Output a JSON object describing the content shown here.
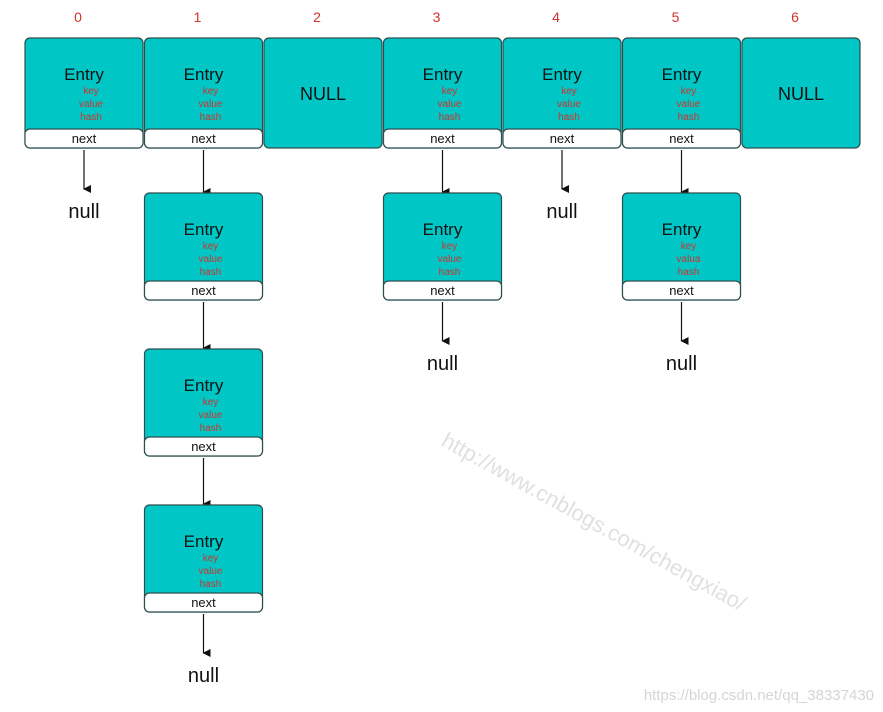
{
  "watermark": {
    "diagonal": "http://www.cnblogs.com/chengxiao/",
    "corner": "https://blog.csdn.net/qq_38337430"
  },
  "labels": {
    "entry": "Entry",
    "next": "next",
    "null_slot": "NULL",
    "null_end": "null"
  },
  "buckets": [
    {
      "index": "0",
      "type": "entry",
      "fields": [
        "key",
        "value",
        "hash"
      ],
      "chain": []
    },
    {
      "index": "1",
      "type": "entry",
      "fields": [
        "key",
        "value",
        "hash"
      ],
      "chain": [
        {
          "fields": [
            "key",
            "value",
            "hash"
          ]
        },
        {
          "fields": [
            "key",
            "value",
            "hash"
          ]
        },
        {
          "fields": [
            "key",
            "value",
            "hash"
          ]
        }
      ]
    },
    {
      "index": "2",
      "type": "null",
      "fields": [],
      "chain": []
    },
    {
      "index": "3",
      "type": "entry",
      "fields": [
        "key",
        "value",
        "hash"
      ],
      "chain": [
        {
          "fields": [
            "key",
            "value",
            "hash"
          ]
        }
      ]
    },
    {
      "index": "4",
      "type": "entry",
      "fields": [
        "key",
        "value",
        "hash"
      ],
      "chain": []
    },
    {
      "index": "5",
      "type": "entry",
      "fields": [
        "key",
        "value",
        "hash"
      ],
      "chain": [
        {
          "fields": [
            "key",
            "valua",
            "hash"
          ]
        }
      ]
    },
    {
      "index": "6",
      "type": "null",
      "fields": [],
      "chain": []
    }
  ]
}
